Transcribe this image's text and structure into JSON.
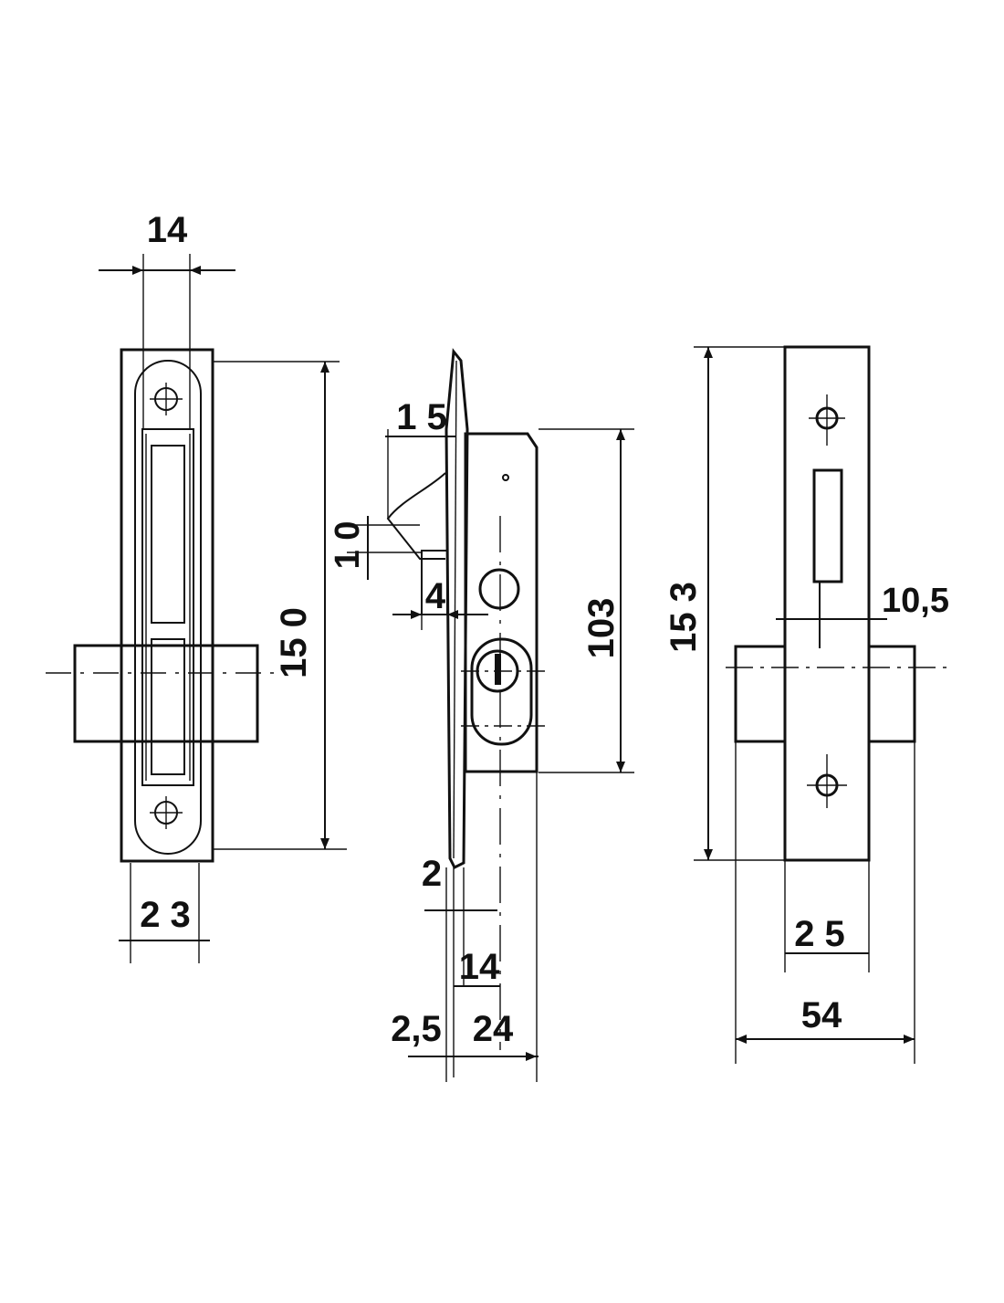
{
  "drawing": {
    "front_view": {
      "dim_top_width": "14",
      "dim_height": "15 0",
      "dim_bottom_width": "2 3"
    },
    "side_view": {
      "dim_15": "1 5",
      "dim_10": "1 0",
      "dim_4": "4",
      "dim_103": "103",
      "dim_2": "2",
      "dim_14": "14",
      "dim_25": "2,5",
      "dim_24": "24"
    },
    "case_view": {
      "dim_height": "15 3",
      "dim_105": "10,5",
      "dim_25": "2 5",
      "dim_54": "54"
    }
  }
}
